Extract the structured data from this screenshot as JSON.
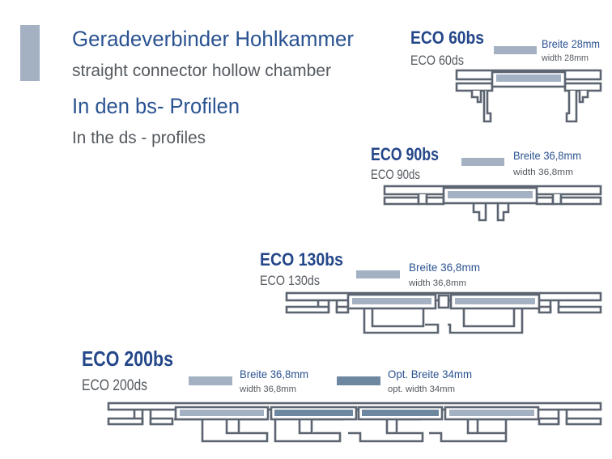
{
  "header": {
    "title_de": "Geradeverbinder Hohlkammer",
    "title_en": "straight connector hollow chamber",
    "subtitle_de": "In den bs- Profilen",
    "subtitle_en": "In the ds - profiles"
  },
  "colors": {
    "title": "#2b5391",
    "text": "#555a60",
    "outline": "#5b6470",
    "connector_standard": "#a3b1c2",
    "connector_optional": "#6e87a0"
  },
  "profiles": [
    {
      "name_bs": "ECO 60bs",
      "name_ds": "ECO 60ds",
      "width_de": "Breite 28mm",
      "width_en": "width 28mm"
    },
    {
      "name_bs": "ECO 90bs",
      "name_ds": "ECO 90ds",
      "width_de": "Breite 36,8mm",
      "width_en": "width 36,8mm"
    },
    {
      "name_bs": "ECO 130bs",
      "name_ds": "ECO 130ds",
      "width_de": "Breite 36,8mm",
      "width_en": "width 36,8mm"
    },
    {
      "name_bs": "ECO 200bs",
      "name_ds": "ECO 200ds",
      "width_de": "Breite 36,8mm",
      "width_en": "width 36,8mm",
      "opt_width_de": "Opt. Breite 34mm",
      "opt_width_en": "opt. width 34mm"
    }
  ]
}
